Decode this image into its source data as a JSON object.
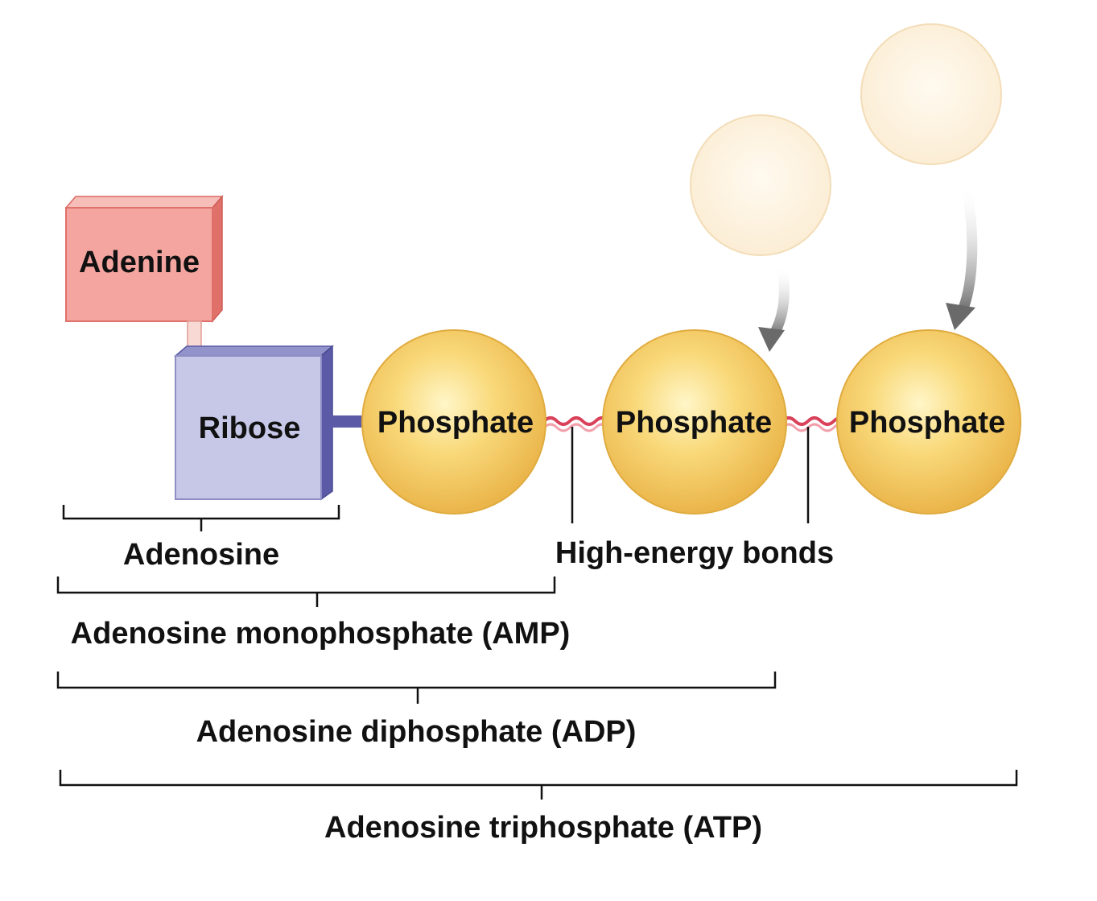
{
  "labels": {
    "adenine": "Adenine",
    "ribose": "Ribose",
    "phosphate_1": "Phosphate",
    "phosphate_2": "Phosphate",
    "phosphate_3": "Phosphate",
    "high_energy_bonds": "High-energy bonds",
    "adenosine": "Adenosine",
    "amp": "Adenosine monophosphate (AMP)",
    "adp": "Adenosine diphosphate (ADP)",
    "atp": "Adenosine triphosphate (ATP)"
  },
  "colors": {
    "adenine_fill": "#f4a5a0",
    "adenine_side": "#e0706a",
    "ribose_fill": "#c7c8e8",
    "ribose_side": "#5a5aa6",
    "phosphate_fill": "#f6cf6b",
    "phosphate_edge": "#e2ad3c",
    "ghost_fill": "#fdf0d8",
    "bond_red": "#d9425a",
    "arrow_gray": "#6e6e6e"
  }
}
